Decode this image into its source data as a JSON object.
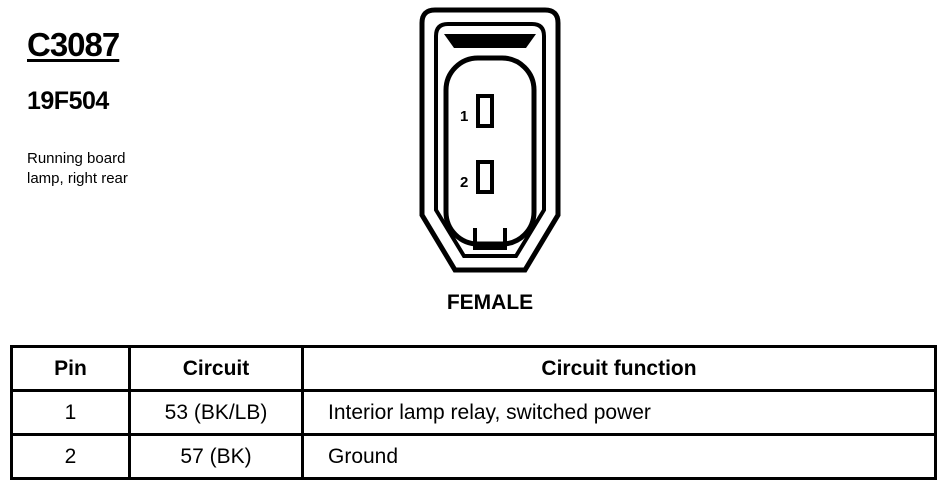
{
  "connector": {
    "id": "C3087",
    "part_number": "19F504",
    "description_lines": [
      "Running board",
      "lamp, right rear"
    ],
    "gender": "FEMALE",
    "pins": [
      "1",
      "2"
    ]
  },
  "table": {
    "headers": {
      "pin": "Pin",
      "circuit": "Circuit",
      "function": "Circuit function"
    },
    "rows": [
      {
        "pin": "1",
        "circuit": "53 (BK/LB)",
        "function": "Interior lamp relay, switched power"
      },
      {
        "pin": "2",
        "circuit": "57 (BK)",
        "function": "Ground"
      }
    ]
  }
}
